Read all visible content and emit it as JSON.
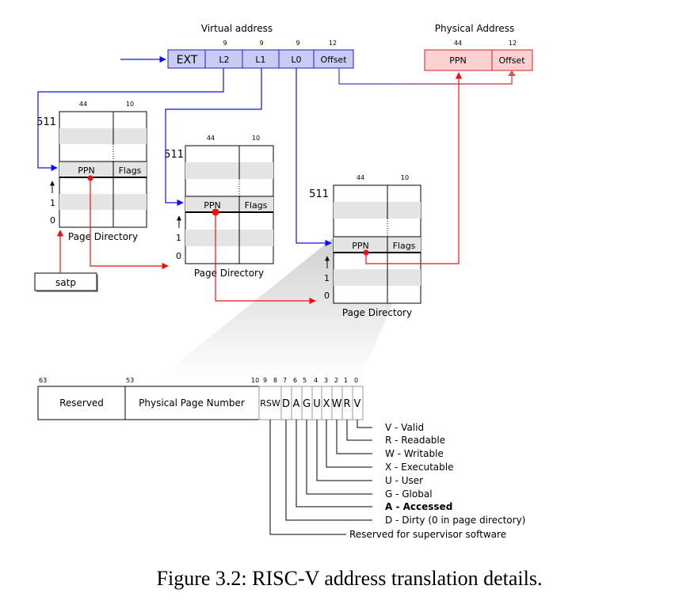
{
  "virtual_address": {
    "title": "Virtual address",
    "fields": [
      "EXT",
      "L2",
      "L1",
      "L0",
      "Offset"
    ],
    "bit_widths": [
      "9",
      "9",
      "9",
      "12"
    ]
  },
  "physical_address": {
    "title": "Physical Address",
    "fields": [
      "PPN",
      "Offset"
    ],
    "bit_widths": [
      "44",
      "12"
    ]
  },
  "page_directory": {
    "label": "Page Directory",
    "ppn_label": "PPN",
    "flags_label": "Flags",
    "ppn_width": "44",
    "flags_width": "10",
    "row_top": "511",
    "row_one": "1",
    "row_zero": "0"
  },
  "satp_label": "satp",
  "pte": {
    "bit_positions": [
      "63",
      "53",
      "10",
      "9",
      "8",
      "7",
      "6",
      "5",
      "4",
      "3",
      "2",
      "1",
      "0"
    ],
    "reserved_label": "Reserved",
    "ppn_label": "Physical Page Number",
    "rsw_label": "RSW",
    "flag_bits": [
      "D",
      "A",
      "G",
      "U",
      "X",
      "W",
      "R",
      "V"
    ]
  },
  "legend": [
    "V - Valid",
    "R  - Readable",
    "W - Writable",
    "X  - Executable",
    "U - User",
    "G - Global",
    "A - Accessed",
    "D - Dirty (0 in page directory)",
    "Reserved for supervisor software"
  ],
  "caption": "Figure 3.2: RISC-V address translation details.",
  "colors": {
    "blue_arrow": "#1010ee",
    "red_arrow": "#ee1010",
    "va_fill": "#c8ccf4",
    "va_stroke": "#2020c0",
    "pa_fill": "#fbd0d0",
    "pa_stroke": "#d02020",
    "stripe": "#e4e4e4"
  }
}
